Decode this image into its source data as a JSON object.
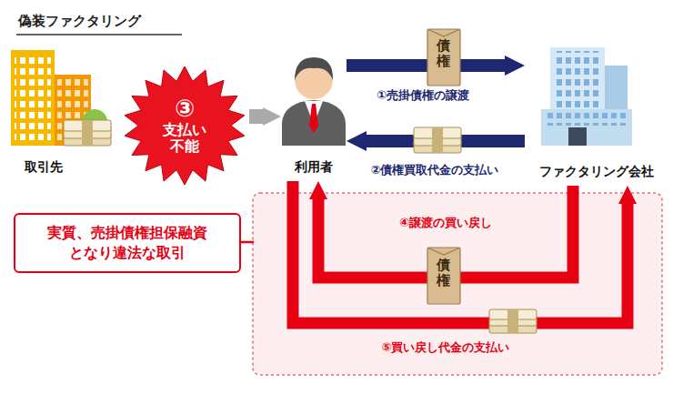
{
  "diagram": {
    "title": "偽装ファクタリング",
    "nodes": [
      {
        "text": [
          "取引先"
        ]
      },
      {
        "text": [
          "利用者"
        ]
      },
      {
        "text": [
          "ファクタリング会社"
        ]
      },
      {
        "text": [
          "③",
          "支払い 不能"
        ]
      },
      {
        "text": [
          "実質、売掛債権担保融資 となり違法な取引"
        ]
      }
    ],
    "edges": [
      {
        "from": 1,
        "to": 2,
        "label": "①売掛債権の譲渡",
        "arrow": "to"
      },
      {
        "from": 2,
        "to": 1,
        "label": "②債権買取代金の支払い",
        "arrow": "to"
      },
      {
        "from": 3,
        "to": 1,
        "arrow": "to"
      },
      {
        "from": 2,
        "to": 1,
        "label": "④譲渡の買い戻し",
        "arrow": "to"
      },
      {
        "from": 1,
        "to": 2,
        "label": "⑤買い戻し代金の支払い",
        "arrow": "to"
      }
    ],
    "labels": [
      "債権",
      "債権"
    ]
  }
}
